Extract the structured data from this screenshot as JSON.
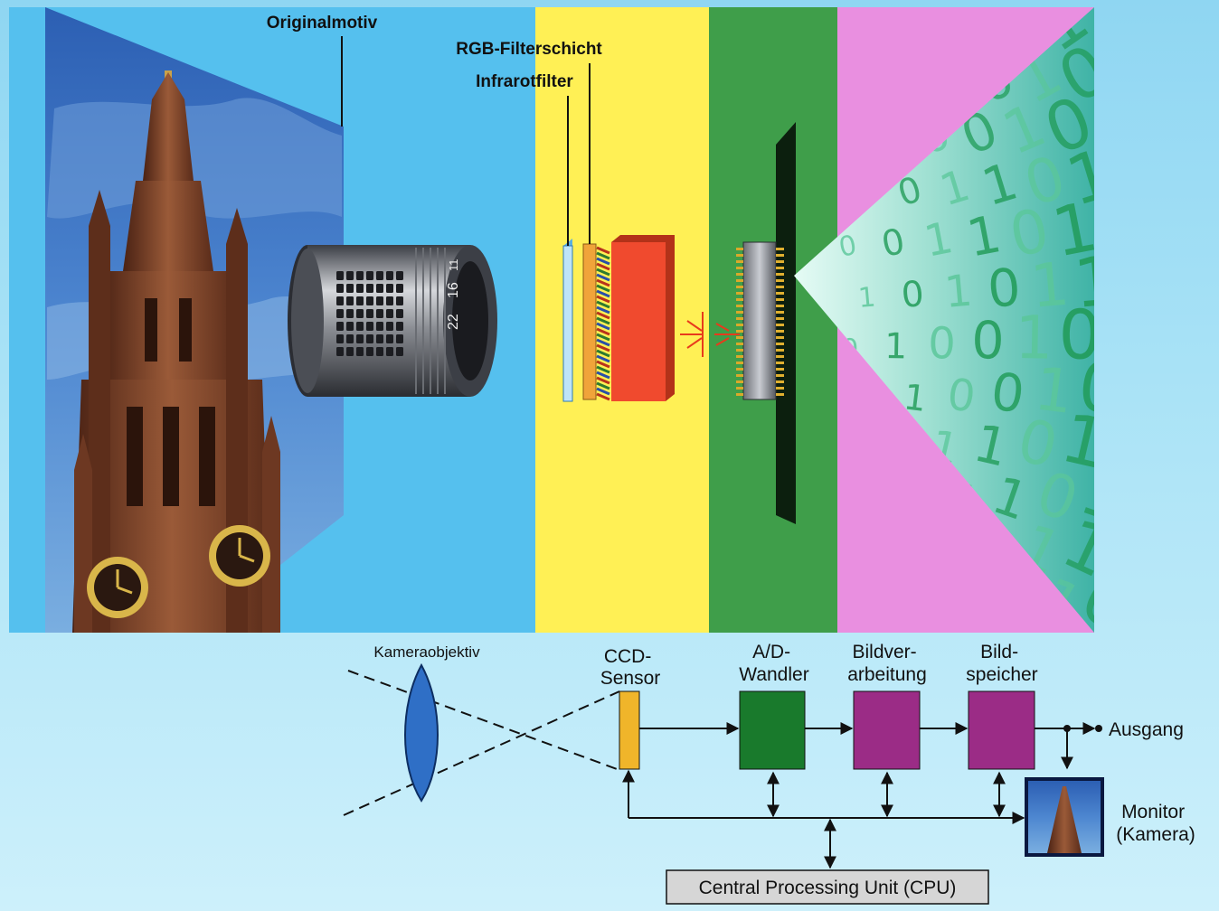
{
  "illustration": {
    "labels": {
      "original_subject": "Originalmotiv",
      "rgb_filter_layer": "RGB-Filterschicht",
      "infrared_filter": "Infrarotfilter"
    },
    "lens_scale": [
      "22",
      "16",
      "11"
    ],
    "binary_digits": [
      "1",
      "0",
      "1",
      "0",
      "1",
      "1",
      "0",
      "1",
      "0",
      "0",
      "1",
      "0",
      "1",
      "1",
      "0",
      "0",
      "1",
      "0",
      "1",
      "0",
      "1",
      "1",
      "0",
      "1",
      "0",
      "0",
      "1",
      "1",
      "0",
      "1"
    ],
    "colors": {
      "sky_panel": "#55c0ee",
      "filter_panel": "#fff055",
      "converter_panel": "#3f9e4a",
      "processing_panel": "#e98fe0",
      "ccd_chip": "#f04a2e"
    }
  },
  "diagram": {
    "lens_label": "Kameraobjektiv",
    "blocks": [
      {
        "id": "ccd",
        "label_lines": [
          "CCD-",
          "Sensor"
        ],
        "color": "#f0b52a"
      },
      {
        "id": "adc",
        "label_lines": [
          "A/D-",
          "Wandler"
        ],
        "color": "#197a2c"
      },
      {
        "id": "proc",
        "label_lines": [
          "Bildver-",
          "arbeitung"
        ],
        "color": "#9b2c86"
      },
      {
        "id": "mem",
        "label_lines": [
          "Bild-",
          "speicher"
        ],
        "color": "#9b2c86"
      }
    ],
    "output_label": "Ausgang",
    "monitor_label_lines": [
      "Monitor",
      "(Kamera)"
    ],
    "cpu_label": "Central Processing Unit (CPU)"
  }
}
